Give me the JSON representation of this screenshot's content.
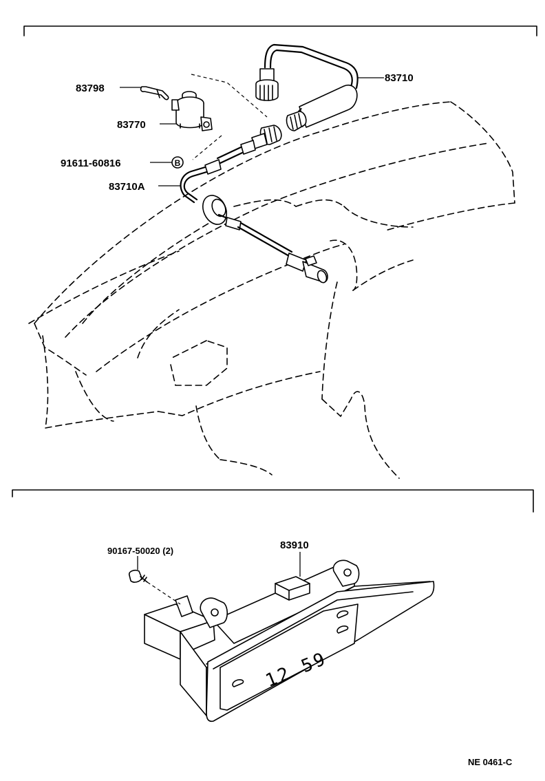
{
  "diagram": {
    "parts_top": [
      {
        "id": "p1",
        "label": "83710"
      },
      {
        "id": "p2",
        "label": "83798"
      },
      {
        "id": "p3",
        "label": "83770"
      },
      {
        "id": "p4",
        "label": "91611-60816"
      },
      {
        "id": "p5",
        "label": "83710A"
      }
    ],
    "marker_b": "B",
    "parts_bottom": [
      {
        "id": "p6",
        "label": "90167-50020 (2)"
      },
      {
        "id": "p7",
        "label": "83910"
      }
    ],
    "clock_display": "12 59",
    "drawing_code": "NE  0461-C"
  }
}
